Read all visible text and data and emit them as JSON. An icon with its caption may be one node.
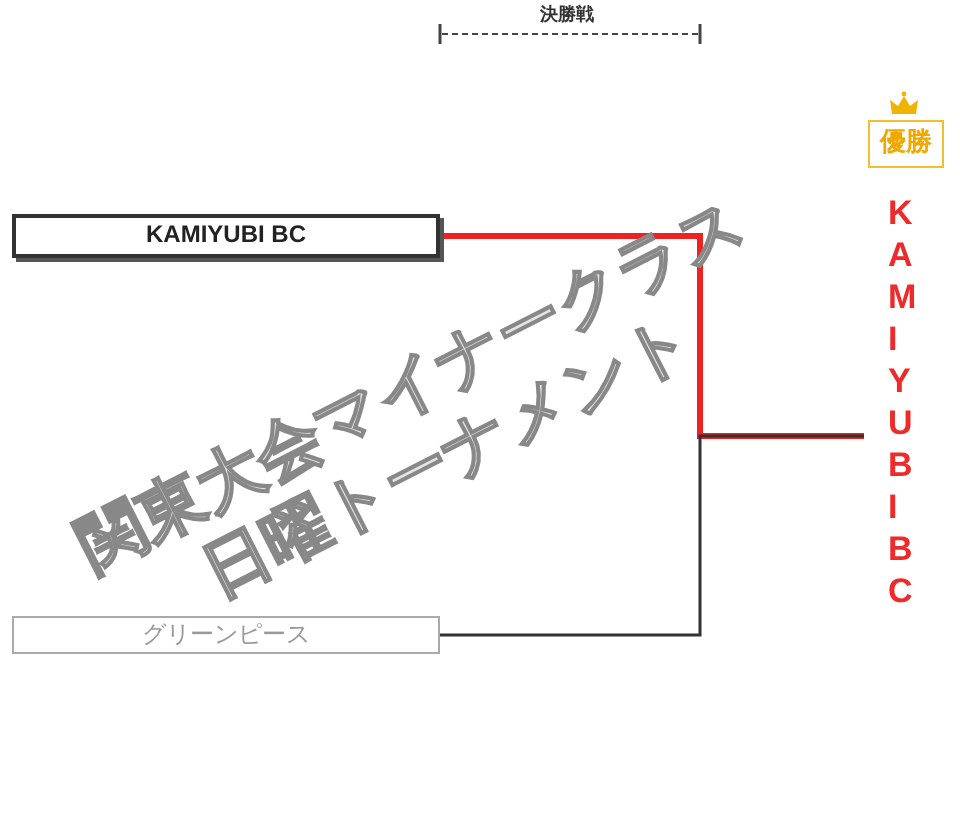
{
  "diagram": {
    "title": "関東大会マイナークラス日曜トーナメント",
    "nodes": [
      {
        "text": [
          "KAMIYUBI BC"
        ]
      },
      {
        "text": [
          "グリーンピース"
        ]
      },
      {
        "text": [
          "KAMIYUBI BC"
        ]
      },
      {
        "text": [
          "優勝"
        ]
      }
    ],
    "edges": [
      {
        "from": 0,
        "to": 2,
        "arrow": "none",
        "style": "thick",
        "color": "#ee2222"
      },
      {
        "from": 1,
        "to": 2,
        "arrow": "none",
        "color": "#333333"
      }
    ],
    "labels": [
      "決勝戦"
    ]
  }
}
